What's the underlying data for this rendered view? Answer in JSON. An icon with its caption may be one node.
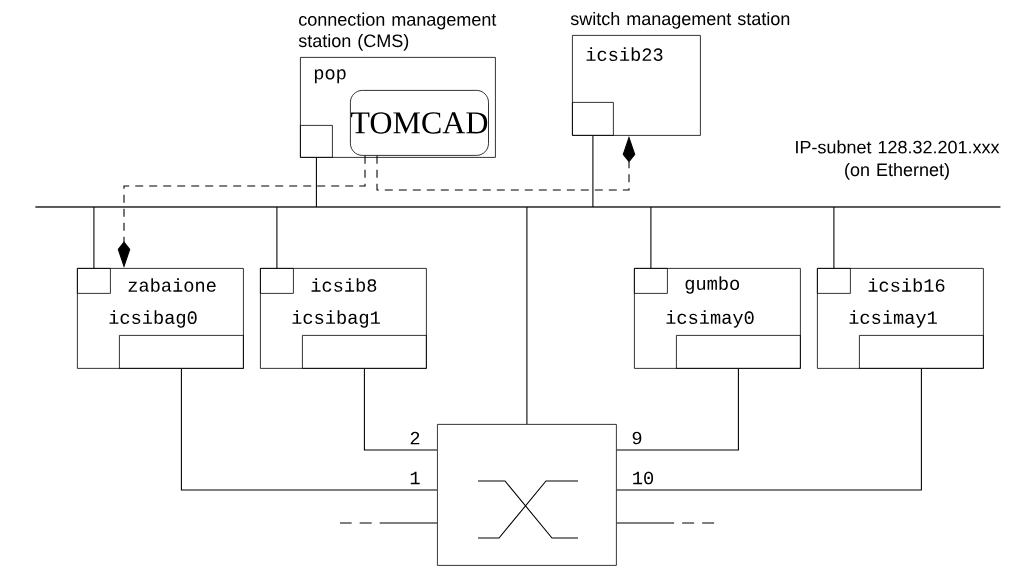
{
  "diagram": {
    "nodes": [
      {
        "text": [
          "connection management station (CMS)",
          "pop"
        ]
      },
      {
        "text": [
          "TOMCAD"
        ],
        "in": 0
      },
      {
        "text": [],
        "shape": "box",
        "in": 0
      },
      {
        "text": [
          "switch management station",
          "icsib23"
        ]
      },
      {
        "text": [],
        "shape": "box",
        "in": 3
      },
      {
        "text": [],
        "shape": "bar",
        "beside": [
          "IP-subnet 128.32.201.xxx (on Ethernet)"
        ]
      },
      {
        "text": [
          "zabaione",
          "icsibag0"
        ]
      },
      {
        "text": [],
        "shape": "box",
        "in": 6
      },
      {
        "text": [],
        "shape": "box",
        "in": 6
      },
      {
        "text": [
          "icsib8",
          "icsibag1"
        ]
      },
      {
        "text": [],
        "shape": "box",
        "in": 9
      },
      {
        "text": [],
        "shape": "box",
        "in": 9
      },
      {
        "text": [
          "gumbo",
          "icsimay0"
        ]
      },
      {
        "text": [],
        "shape": "box",
        "in": 12
      },
      {
        "text": [],
        "shape": "box",
        "in": 12
      },
      {
        "text": [
          "icsib16",
          "icsimay1"
        ]
      },
      {
        "text": [],
        "shape": "box",
        "in": 15
      },
      {
        "text": [],
        "shape": "box",
        "in": 15
      },
      {
        "text": [],
        "shape": "box"
      }
    ],
    "edges": [
      {
        "from": 2,
        "to": 5,
        "arrow": "none"
      },
      {
        "from": 4,
        "to": 5,
        "arrow": "none"
      },
      {
        "from": 5,
        "to": 7,
        "arrow": "none"
      },
      {
        "from": 5,
        "to": 10,
        "arrow": "none"
      },
      {
        "from": 5,
        "to": 13,
        "arrow": "none"
      },
      {
        "from": 5,
        "to": 16,
        "arrow": "none"
      },
      {
        "from": 5,
        "to": 18,
        "arrow": "none"
      },
      {
        "from": 8,
        "to": 18,
        "arrow": "none",
        "label": "1"
      },
      {
        "from": 11,
        "to": 18,
        "arrow": "none",
        "label": "2"
      },
      {
        "from": 14,
        "to": 18,
        "arrow": "none",
        "label": "9"
      },
      {
        "from": 17,
        "to": 18,
        "arrow": "none",
        "label": "10"
      },
      {
        "from": 1,
        "to": 6,
        "arrow": "to",
        "style": "dashed"
      },
      {
        "from": 1,
        "to": 3,
        "arrow": "to",
        "style": "dashed"
      },
      {
        "from": null,
        "to": 18,
        "arrow": "none",
        "style": "dashed"
      },
      {
        "from": 18,
        "to": null,
        "arrow": "none",
        "style": "dashed"
      }
    ]
  }
}
